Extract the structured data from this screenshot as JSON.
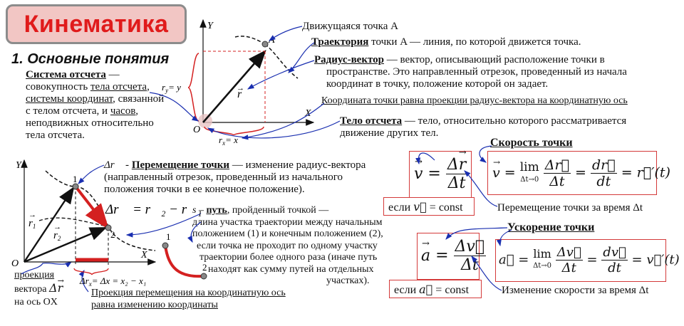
{
  "title": "Кинематика",
  "section": "1. Основные понятия",
  "ref_system": {
    "term": "Система отсчета",
    "lines": [
      " —",
      "совокупность ",
      "тела отсчета",
      ",",
      "системы координат",
      ", связанной",
      "с телом отсчета, и ",
      "часов",
      ",",
      "неподвижных относительно",
      "тела отсчета."
    ]
  },
  "moving_point": "Движущаяся точка A",
  "trajectory": {
    "term": "Траектория",
    "text": " точки A — линия, по которой движется точка."
  },
  "radius_vector": {
    "term": "Радиус-вектор",
    "lines": [
      " — вектор, описывающий расположение точки в",
      "пространстве. Это направленный отрезок, проведенный из начала",
      "координат в точку, положение которой он задает."
    ]
  },
  "coord_note": "Координата точки равна проекции радиус-вектора на координатную ось",
  "body_ref": {
    "term": "Тело отсчета",
    "lines": [
      " — тело, относительно которого рассматривается",
      "движение других тел."
    ]
  },
  "displacement": {
    "symbol": "Δr⃗ -",
    "term": "Перемещение точки",
    "lines": [
      " — изменение радиус-вектора",
      "(направленный отрезок, проведенный из начального",
      "положения точки в ее конечное положение)."
    ]
  },
  "path": {
    "lead": "s – ",
    "term": "путь",
    "lines": [
      ", пройденный точкой —",
      "длина участка траектории между начальным",
      "положением (1) и конечным положением (2),",
      "если точка не проходит по одному участку",
      "траектории более одного раза (иначе путь",
      "находят как сумму путей на отдельных",
      "участках)."
    ]
  },
  "projection_label": [
    "проекция",
    "вектора",
    "на ось OX"
  ],
  "projection_note": [
    "Проекция перемещения на координатную ось",
    "равна изменению координаты"
  ],
  "velocity": {
    "title": "Скорость точки",
    "if_const": "если",
    "const": "const",
    "caption": "Перемещение точки за время Δt",
    "lim": "lim",
    "lim_sub": "Δt→0"
  },
  "acceleration": {
    "title": "Ускорение точки",
    "if_const": "если",
    "const": "const",
    "caption": "Изменение скорости за время Δt",
    "lim": "lim",
    "lim_sub": "Δt→0"
  },
  "diagram1": {
    "axis_y": "Y",
    "axis_x": "X",
    "origin": "O",
    "point": "A",
    "ry": "r",
    "ry_eq": "= y",
    "rx_eq": "= x",
    "r": "r"
  },
  "diagram2": {
    "axis_y": "Y",
    "axis_x": "X",
    "origin": "O",
    "p1": "1",
    "p2": "2",
    "r1": "r",
    "r2": "r",
    "dr_label": "Δr⃗ = r⃗₂ − r⃗₁",
    "drx_label": "Δr",
    "drx_eq": "= Δx = x₂ − x₁"
  },
  "path_curve": {
    "p1": "1",
    "p2": "2"
  },
  "colors": {
    "title_red": "#e01b1b",
    "title_bg": "#f2c6c4",
    "accent_red": "#d42020",
    "arrow_blue": "#1a2fb0",
    "box_border": "#d43a3a"
  }
}
